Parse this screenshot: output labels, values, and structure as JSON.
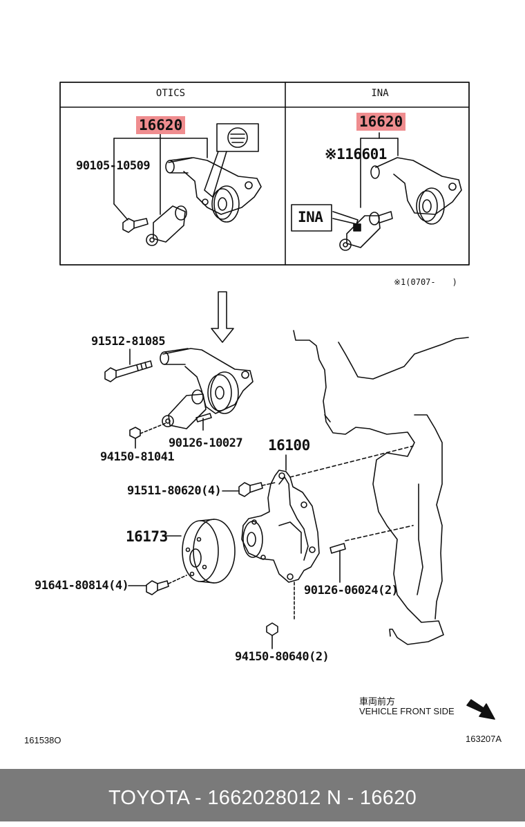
{
  "table": {
    "left_header": "OTICS",
    "right_header": "INA"
  },
  "otics": {
    "highlight_part": "16620",
    "bolt_part": "90105-10509"
  },
  "ina": {
    "highlight_part": "16620",
    "sub_part": "※116601",
    "label_box": "INA"
  },
  "footnote": "※1(0707-　　)",
  "parts": {
    "bolt_top": "91512-81085",
    "stud_1": "90126-10027",
    "nut_1": "94150-81041",
    "water_pump": "16100",
    "bolt_pump": "91511-80620(4)",
    "pulley": "16173",
    "bolt_pulley": "91641-80814(4)",
    "stud_2": "90126-06024(2)",
    "nut_2": "94150-80640(2)"
  },
  "direction": {
    "jp": "車両前方",
    "en": "VEHICLE FRONT SIDE"
  },
  "codes": {
    "left": "161538O",
    "right": "163207A"
  },
  "footer": {
    "text": "TOYOTA - 1662028012      N - 16620"
  },
  "colors": {
    "highlight": "#ef8d8f",
    "footer_bg": "#7a7a7a",
    "footer_text": "#ffffff"
  }
}
